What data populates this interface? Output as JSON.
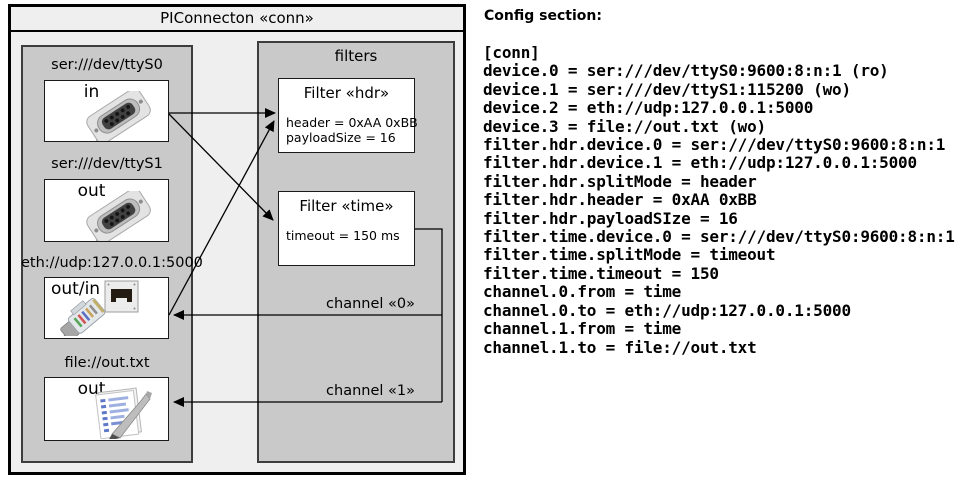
{
  "diagram": {
    "title": "PIConnecton «conn»",
    "devices": [
      {
        "url": "ser:///dev/ttyS0",
        "port": "in",
        "icon": "serial-connector-icon"
      },
      {
        "url": "ser:///dev/ttyS1",
        "port": "out",
        "icon": "serial-connector-icon"
      },
      {
        "url": "eth://udp:127.0.0.1:5000",
        "port": "out/in",
        "icon": "ethernet-plug-icon"
      },
      {
        "url": "file://out.txt",
        "port": "out",
        "icon": "notepad-icon"
      }
    ],
    "filters_panel": {
      "title": "filters",
      "filters": [
        {
          "title": "Filter «hdr»",
          "lines": [
            "header = 0xAA 0xBB",
            "payloadSize = 16"
          ]
        },
        {
          "title": "Filter «time»",
          "lines": [
            "timeout = 150 ms"
          ]
        }
      ]
    },
    "channels": [
      {
        "label": "channel «0»"
      },
      {
        "label": "channel «1»"
      }
    ]
  },
  "config": {
    "heading": "Config section:",
    "lines": [
      "[conn]",
      "device.0 = ser:///dev/ttyS0:9600:8:n:1 (ro)",
      "device.1 = ser:///dev/ttyS1:115200 (wo)",
      "device.2 = eth://udp:127.0.0.1:5000",
      "device.3 = file://out.txt (wo)",
      "filter.hdr.device.0 = ser:///dev/ttyS0:9600:8:n:1",
      "filter.hdr.device.1 = eth://udp:127.0.0.1:5000",
      "filter.hdr.splitMode = header",
      "filter.hdr.header = 0xAA 0xBB",
      "filter.hdr.payloadSIze = 16",
      "filter.time.device.0 = ser:///dev/ttyS0:9600:8:n:1",
      "filter.time.splitMode = timeout",
      "filter.time.timeout = 150",
      "channel.0.from = time",
      "channel.0.to = eth://udp:127.0.0.1:5000",
      "channel.1.from = time",
      "channel.1.to = file://out.txt"
    ]
  },
  "colors": {
    "outer_bg": "#efefef",
    "panel_gray": "#c9c9c9",
    "node_bg": "#ffffff",
    "line": "#000000"
  }
}
